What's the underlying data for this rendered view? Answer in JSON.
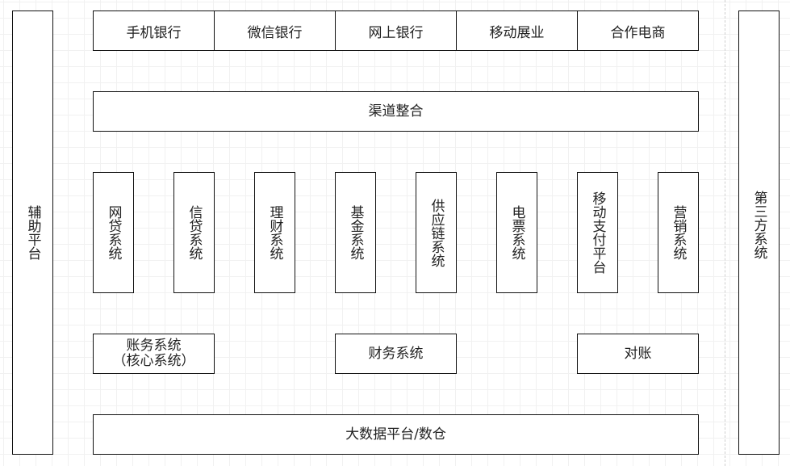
{
  "diagram": {
    "left_panel": {
      "label": "辅助平台"
    },
    "right_panel": {
      "label": "第三方系统"
    },
    "channels": [
      {
        "label": "手机银行"
      },
      {
        "label": "微信银行"
      },
      {
        "label": "网上银行"
      },
      {
        "label": "移动展业"
      },
      {
        "label": "合作电商"
      }
    ],
    "integration": {
      "label": "渠道整合"
    },
    "business_systems": [
      {
        "label": "网贷系统"
      },
      {
        "label": "信贷系统"
      },
      {
        "label": "理财系统"
      },
      {
        "label": "基金系统"
      },
      {
        "label": "供应链系统"
      },
      {
        "label": "电票系统"
      },
      {
        "label": "移动支付平台"
      },
      {
        "label": "营销系统"
      }
    ],
    "accounting": {
      "line1": "账务系统",
      "line2": "（核心系统）"
    },
    "finance": {
      "label": "财务系统"
    },
    "reconciliation": {
      "label": "对账"
    },
    "bigdata": {
      "label": "大数据平台/数仓"
    }
  }
}
